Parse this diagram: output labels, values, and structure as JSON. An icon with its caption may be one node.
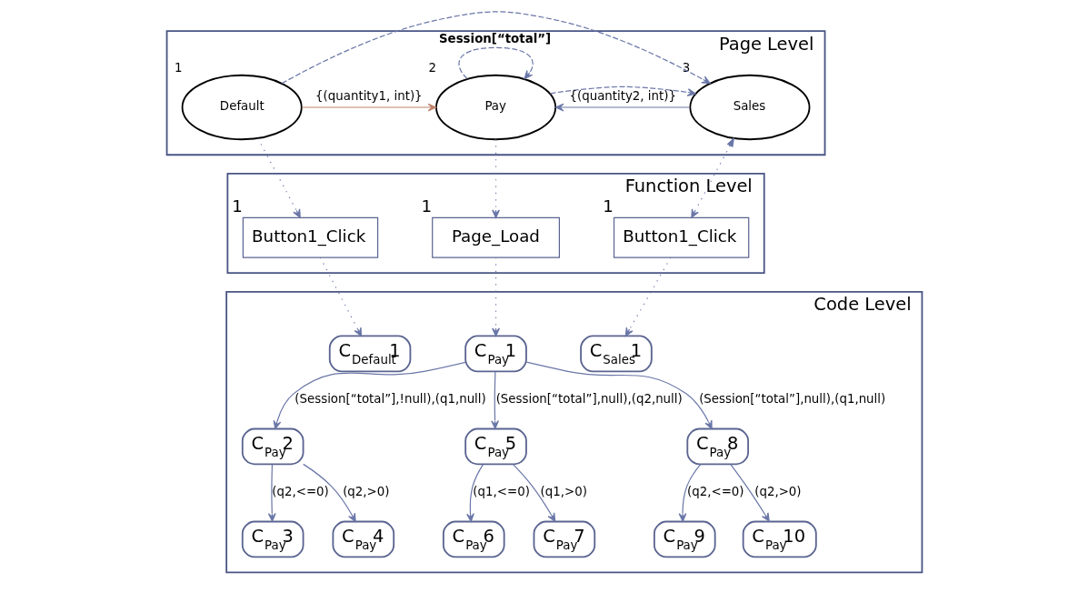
{
  "diagram": {
    "nodes": [
      {
        "text": [
          "Page Level"
        ]
      },
      {
        "text": [
          "Default"
        ],
        "in": 0,
        "beside": [
          "1"
        ]
      },
      {
        "text": [
          "Pay"
        ],
        "in": 0,
        "beside": [
          "2"
        ]
      },
      {
        "text": [
          "Sales"
        ],
        "in": 0,
        "beside": [
          "3"
        ]
      },
      {
        "text": [
          "Function Level"
        ]
      },
      {
        "text": [
          "Button1_Click"
        ],
        "in": 4,
        "beside": [
          "1"
        ]
      },
      {
        "text": [
          "Page_Load"
        ],
        "in": 4,
        "beside": [
          "1"
        ]
      },
      {
        "text": [
          "Button1_Click"
        ],
        "in": 4,
        "beside": [
          "1"
        ]
      },
      {
        "text": [
          "Code Level"
        ]
      },
      {
        "text": [
          "C$_{Default}$1"
        ],
        "in": 8
      },
      {
        "text": [
          "C$_{Pay}$1"
        ],
        "in": 8
      },
      {
        "text": [
          "C$_{Sales}$1"
        ],
        "in": 8
      },
      {
        "text": [
          "C$_{Pay}$2"
        ],
        "in": 8
      },
      {
        "text": [
          "C$_{Pay}$5"
        ],
        "in": 8
      },
      {
        "text": [
          "C$_{Pay}$8"
        ],
        "in": 8
      },
      {
        "text": [
          "C$_{Pay}$3"
        ],
        "in": 8
      },
      {
        "text": [
          "C$_{Pay}$4"
        ],
        "in": 8
      },
      {
        "text": [
          "C$_{Pay}$6"
        ],
        "in": 8
      },
      {
        "text": [
          "C$_{Pay}$7"
        ],
        "in": 8
      },
      {
        "text": [
          "C$_{Pay}$9"
        ],
        "in": 8
      },
      {
        "text": [
          "C$_{Pay}$10"
        ],
        "in": 8
      }
    ],
    "edges": [
      {
        "from": 1,
        "to": 2,
        "arrow": "to",
        "label": "{(quantity1, int)}",
        "color": "#c0826c"
      },
      {
        "from": 2,
        "to": 2,
        "arrow": "to",
        "label": "Session[“total”]",
        "style": "dashed"
      },
      {
        "from": 2,
        "to": 3,
        "arrow": "to",
        "style": "dashed"
      },
      {
        "from": 3,
        "to": 2,
        "arrow": "to",
        "label": "{(quantity2, int)}"
      },
      {
        "from": 1,
        "to": 3,
        "arrow": "to",
        "style": "dashed"
      },
      {
        "from": 1,
        "to": 5,
        "arrow": "to",
        "style": "dashed"
      },
      {
        "from": 2,
        "to": 6,
        "arrow": "to",
        "style": "dashed"
      },
      {
        "from": 3,
        "to": 7,
        "arrow": "both",
        "style": "dashed"
      },
      {
        "from": 5,
        "to": 9,
        "arrow": "to",
        "style": "dashed"
      },
      {
        "from": 6,
        "to": 10,
        "arrow": "to",
        "style": "dashed"
      },
      {
        "from": 7,
        "to": 11,
        "arrow": "to",
        "style": "dashed"
      },
      {
        "from": 10,
        "to": 12,
        "arrow": "to",
        "label": "(Session[“total”],!null),(q1,null)"
      },
      {
        "from": 10,
        "to": 13,
        "arrow": "to",
        "label": "(Session[“total”],null),(q2,null)"
      },
      {
        "from": 10,
        "to": 14,
        "arrow": "to",
        "label": "(Session[“total”],null),(q1,null)"
      },
      {
        "from": 12,
        "to": 15,
        "arrow": "to",
        "label": "(q2,<=0)"
      },
      {
        "from": 12,
        "to": 16,
        "arrow": "to",
        "label": "(q2,>0)"
      },
      {
        "from": 13,
        "to": 17,
        "arrow": "to",
        "label": "(q1,<=0)"
      },
      {
        "from": 13,
        "to": 18,
        "arrow": "to",
        "label": "(q1,>0)"
      },
      {
        "from": 14,
        "to": 19,
        "arrow": "to",
        "label": "(q2,<=0)"
      },
      {
        "from": 14,
        "to": 20,
        "arrow": "to",
        "label": "(q2,>0)"
      }
    ]
  }
}
